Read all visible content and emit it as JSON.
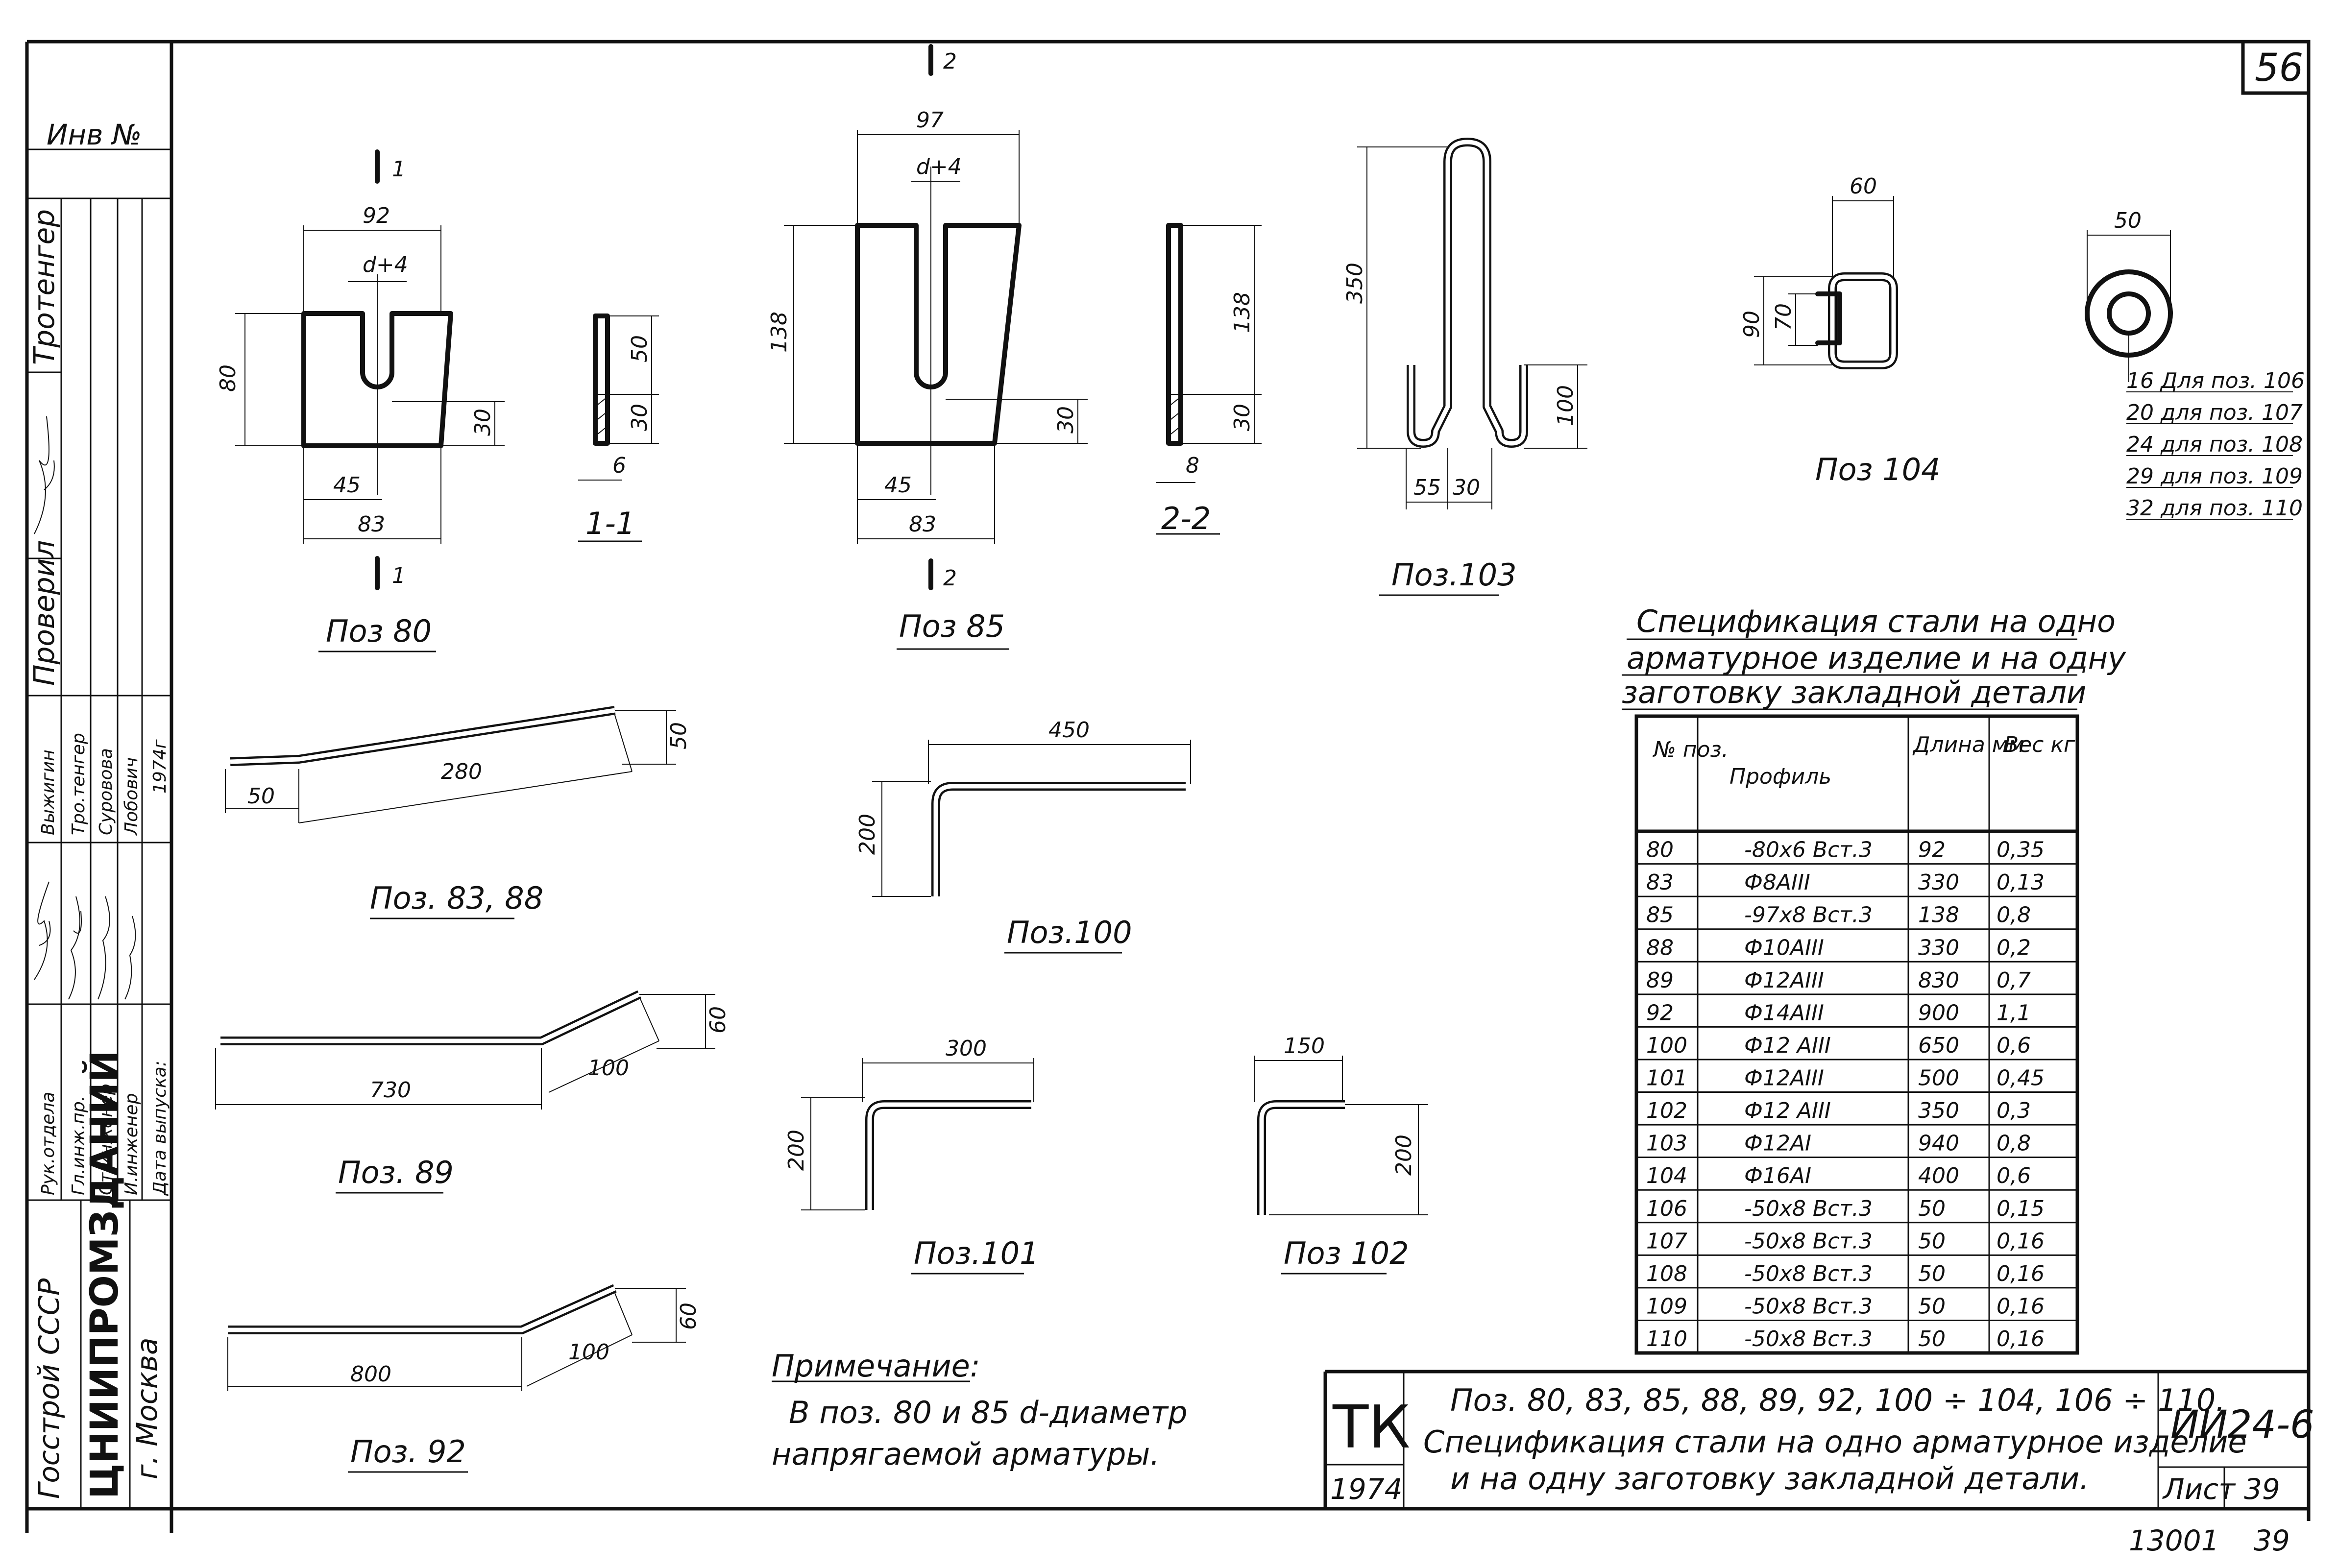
{
  "sheet": {
    "page_number": "56",
    "footer_number": "13001",
    "footer_sheet": "39"
  },
  "left_stamp": {
    "inv_label": "Инв №",
    "roles": [
      "Рук.отдела",
      "Гл.инж.пр.",
      "Ст.инженер",
      "И.инженер",
      "Дата выпуска:"
    ],
    "names": [
      "Выжигин",
      "Тро.тенгер",
      "Суровова",
      "Лобович"
    ],
    "year": "1974г",
    "proveril": "Проверил",
    "trotenger": "Тротенгер",
    "org1": "Госстрой СССР",
    "org2": "ЦНИИПРОМЗДАНИЙ",
    "org3": "г. Москва"
  },
  "drawings": {
    "poz80": {
      "title": "Поз 80",
      "section_mark": "1",
      "d_label": "d+4",
      "dims": [
        "92",
        "80",
        "30",
        "45",
        "83"
      ],
      "section_title": "1-1",
      "section_dims": [
        "50",
        "30",
        "6"
      ]
    },
    "poz85": {
      "title": "Поз 85",
      "section_mark": "2",
      "d_label": "d+4",
      "dims": [
        "97",
        "138",
        "30",
        "45",
        "83"
      ],
      "section_title": "2-2",
      "section_dims": [
        "138",
        "30",
        "8"
      ]
    },
    "poz103": {
      "title": "Поз.103",
      "dims": [
        "350",
        "100",
        "55",
        "30"
      ]
    },
    "poz104": {
      "title": "Поз 104",
      "dims": [
        "60",
        "90",
        "70"
      ]
    },
    "washer": {
      "dim": "50",
      "variants": [
        "16  Для поз. 106",
        "20  для поз. 107",
        "24  для поз. 108",
        "29  для поз. 109",
        "32  для поз. 110"
      ]
    },
    "poz83_88": {
      "title": "Поз. 83, 88",
      "dims": [
        "50",
        "280",
        "50"
      ]
    },
    "poz100": {
      "title": "Поз.100",
      "dims": [
        "450",
        "200"
      ]
    },
    "poz89": {
      "title": "Поз. 89",
      "dims": [
        "730",
        "100",
        "60"
      ]
    },
    "poz101": {
      "title": "Поз.101",
      "dims": [
        "300",
        "200"
      ]
    },
    "poz102": {
      "title": "Поз 102",
      "dims": [
        "150",
        "200"
      ]
    },
    "poz92": {
      "title": "Поз. 92",
      "dims": [
        "800",
        "100",
        "60"
      ]
    }
  },
  "specification": {
    "title_lines": [
      "Спецификация стали на одно",
      "арматурное изделие и на одну",
      "заготовку закладной детали"
    ],
    "headers": [
      "№ поз.",
      "Профиль",
      "Длина мм",
      "Вес кг"
    ],
    "rows": [
      [
        "80",
        "-80х6 Вст.3",
        "92",
        "0,35"
      ],
      [
        "83",
        "Ф8АIII",
        "330",
        "0,13"
      ],
      [
        "85",
        "-97х8 Вст.3",
        "138",
        "0,8"
      ],
      [
        "88",
        "Ф10АIII",
        "330",
        "0,2"
      ],
      [
        "89",
        "Ф12АIII",
        "830",
        "0,7"
      ],
      [
        "92",
        "Ф14АIII",
        "900",
        "1,1"
      ],
      [
        "100",
        "Ф12 АIII",
        "650",
        "0,6"
      ],
      [
        "101",
        "Ф12АIII",
        "500",
        "0,45"
      ],
      [
        "102",
        "Ф12 АIII",
        "350",
        "0,3"
      ],
      [
        "103",
        "Ф12АI",
        "940",
        "0,8"
      ],
      [
        "104",
        "Ф16АI",
        "400",
        "0,6"
      ],
      [
        "106",
        "-50х8 Вст.3",
        "50",
        "0,15"
      ],
      [
        "107",
        "-50х8 Вст.3",
        "50",
        "0,16"
      ],
      [
        "108",
        "-50х8 Вст.3",
        "50",
        "0,16"
      ],
      [
        "109",
        "-50х8 Вст.3",
        "50",
        "0,16"
      ],
      [
        "110",
        "-50х8 Вст.3",
        "50",
        "0,16"
      ]
    ]
  },
  "note": {
    "title": "Примечание:",
    "text_lines": [
      "В поз. 80 и 85 d-диаметр",
      "напрягаемой арматуры."
    ]
  },
  "title_block": {
    "logo": "ТК",
    "year": "1974",
    "desc_lines": [
      "Поз. 80, 83, 85, 88, 89, 92, 100 ÷ 104, 106 ÷ 110.",
      "Спецификация стали на одно арматурное изделие",
      "и на одну заготовку закладной детали."
    ],
    "code": "ИИ24-6",
    "sheet_label": "Лист",
    "sheet_number": "39"
  }
}
